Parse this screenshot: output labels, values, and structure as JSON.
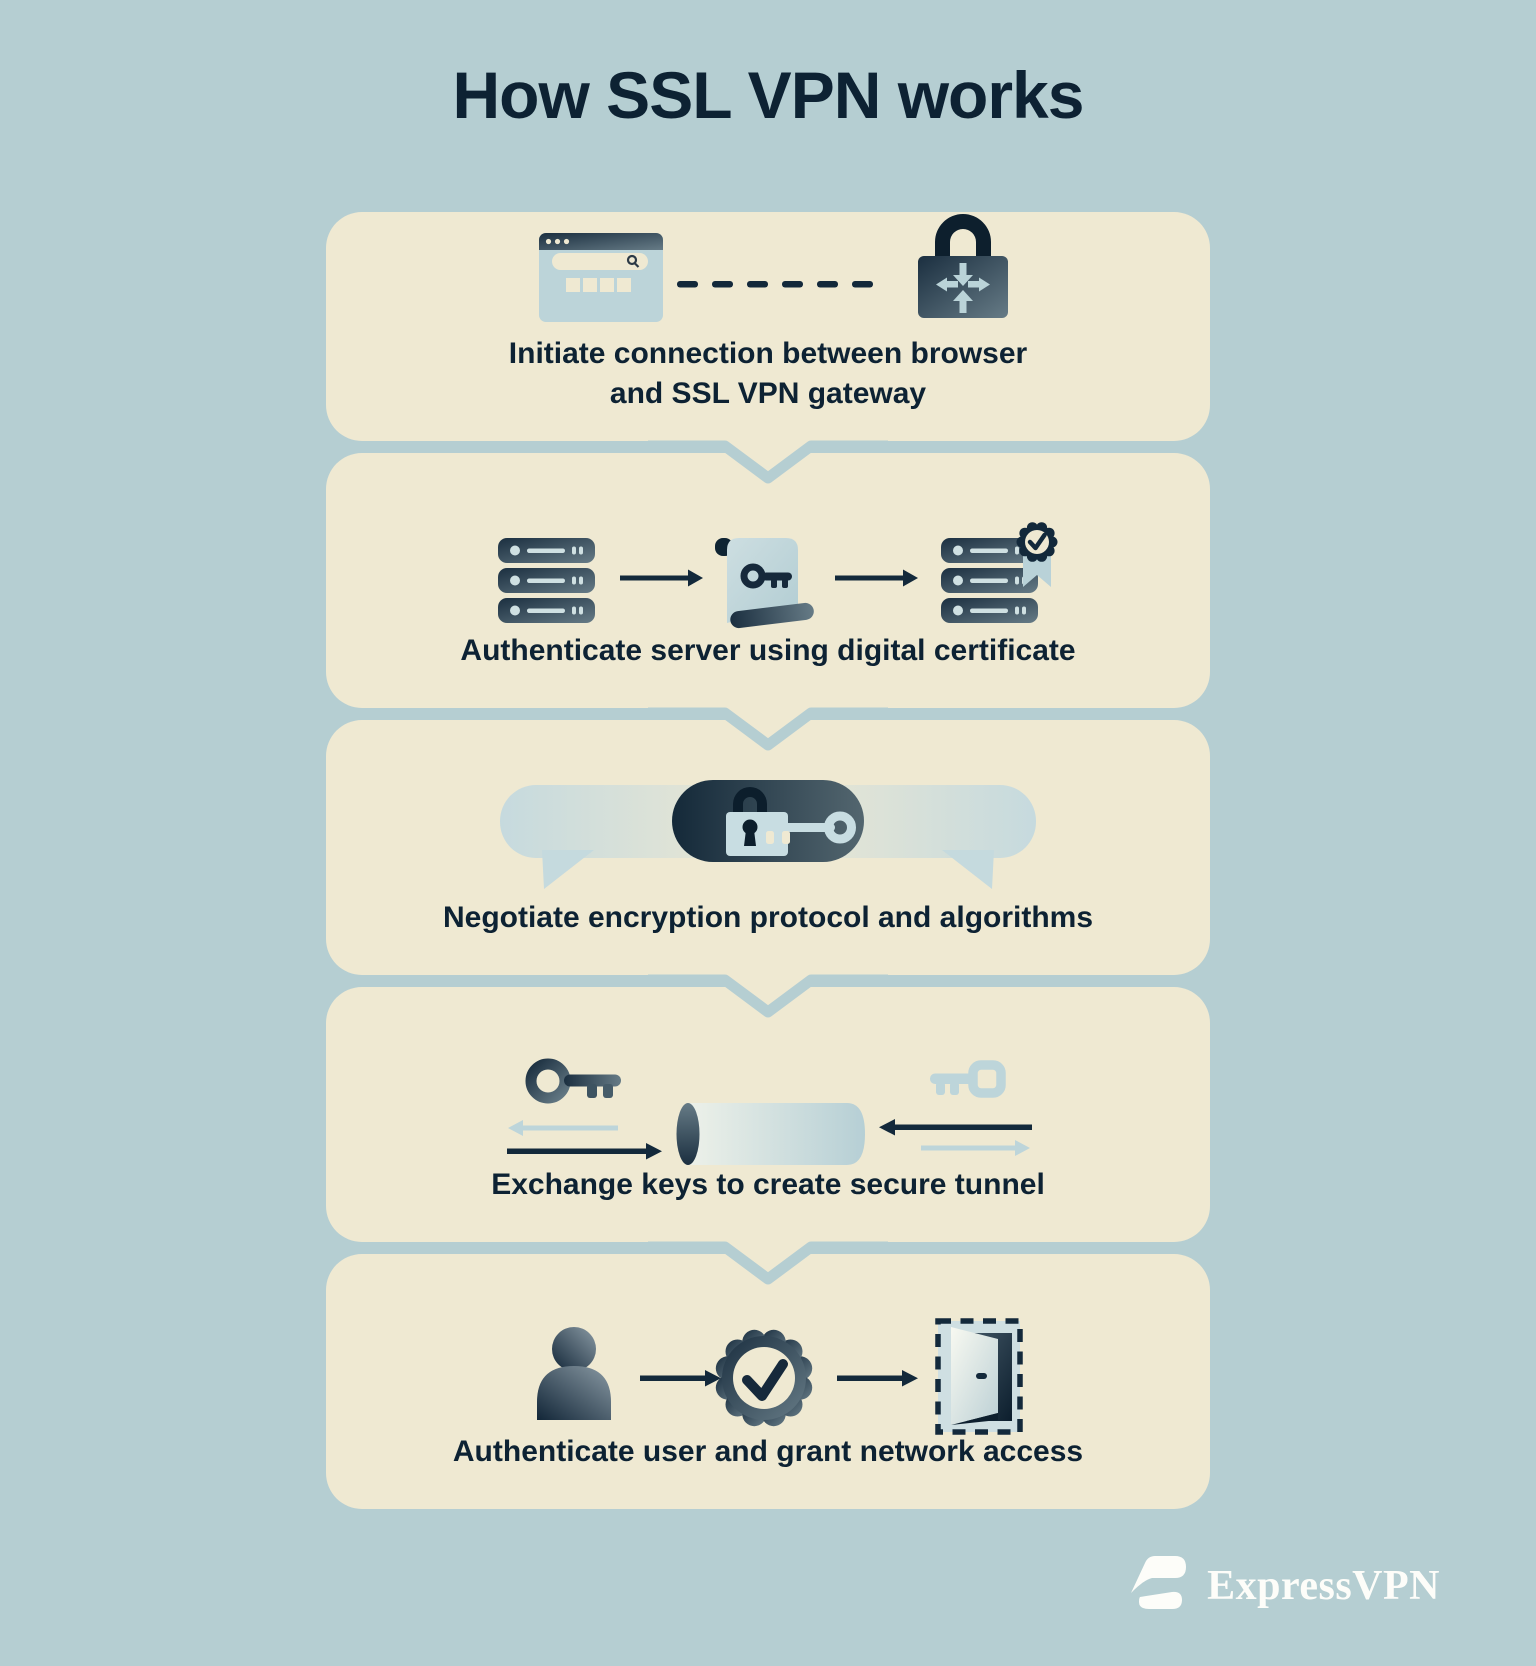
{
  "title": "How SSL VPN works",
  "steps": [
    {
      "caption_line1": "Initiate connection between browser",
      "caption_line2": "and SSL VPN gateway",
      "icons": [
        "browser-window-icon",
        "dashed-connection-line",
        "gateway-padlock-icon"
      ]
    },
    {
      "caption": "Authenticate server using digital certificate",
      "icons": [
        "server-stack-icon",
        "arrow-right-icon",
        "certificate-scroll-key-icon",
        "arrow-right-icon",
        "certified-server-stack-icon"
      ]
    },
    {
      "caption": "Negotiate encryption protocol and algorithms",
      "icons": [
        "speech-bubbles-icon",
        "lock-and-key-pill-icon"
      ]
    },
    {
      "caption": "Exchange keys to create secure tunnel",
      "icons": [
        "dark-key-icon",
        "light-arrow-left-icon",
        "dark-arrow-right-icon",
        "secure-tunnel-icon",
        "dark-arrow-left-icon",
        "light-arrow-right-icon",
        "light-key-icon"
      ]
    },
    {
      "caption": "Authenticate user and grant network access",
      "icons": [
        "user-icon",
        "arrow-right-icon",
        "verified-badge-icon",
        "arrow-right-icon",
        "open-door-icon"
      ]
    }
  ],
  "footer": {
    "brand": "ExpressVPN"
  },
  "colors": {
    "bg": "#b5ced2",
    "card": "#efe9d2",
    "ink": "#0d2233",
    "navy": "#0d1f2d",
    "icon-dark-1": "#1b2f40",
    "icon-dark-2": "#667b86",
    "accent-light": "#bdd5da",
    "panel-light": "#cfe0e2",
    "bubble": "#c6dade",
    "white": "#fdfdf9"
  }
}
